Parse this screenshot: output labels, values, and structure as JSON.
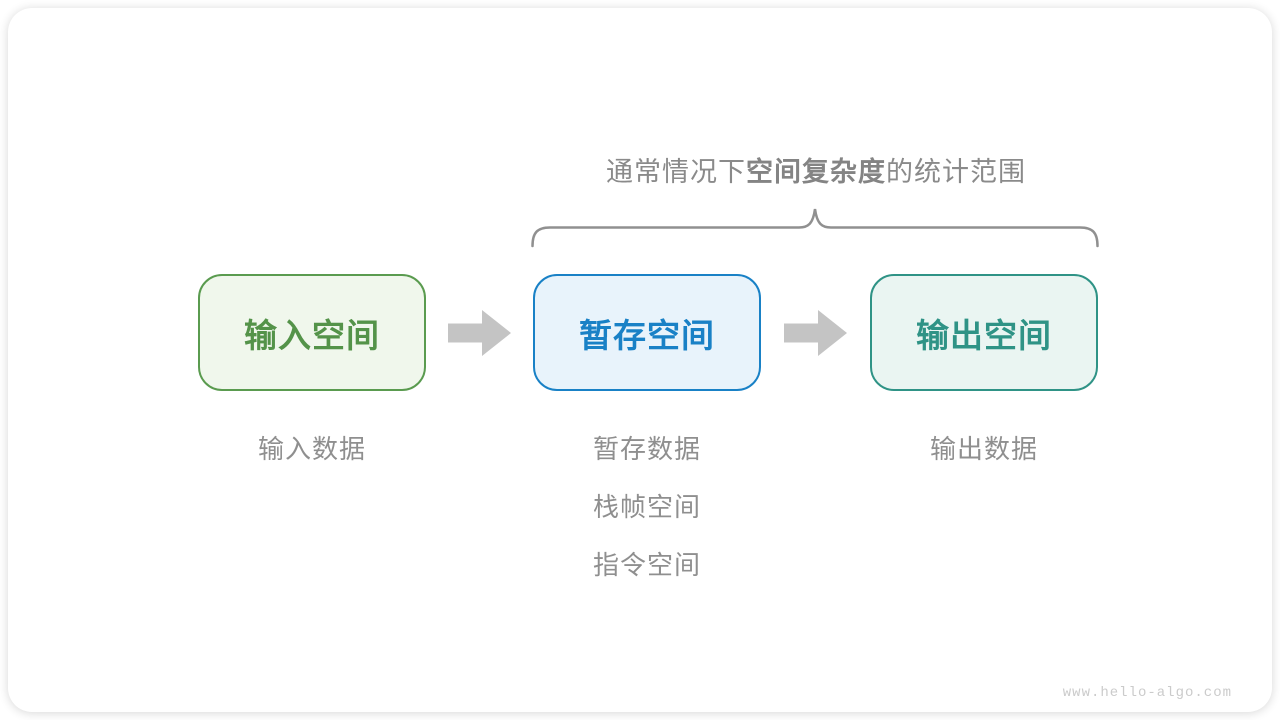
{
  "title": {
    "prefix": "通常情况下",
    "bold": "空间复杂度",
    "suffix": "的统计范围"
  },
  "brace": {
    "color": "#909090",
    "covers": "暂存空间 输出空间"
  },
  "boxes": [
    {
      "id": "input-space",
      "label": "输入空间",
      "border_color": "#5a9b4f",
      "bg_color": "#f0f7ec",
      "text_color": "#549349"
    },
    {
      "id": "temp-space",
      "label": "暂存空间",
      "border_color": "#1981c6",
      "bg_color": "#e8f3fb",
      "text_color": "#1981c6"
    },
    {
      "id": "output-space",
      "label": "输出空间",
      "border_color": "#2f9386",
      "bg_color": "#eaf5f2",
      "text_color": "#2f9386"
    }
  ],
  "arrows": {
    "color": "#c4c4c4",
    "direction": "right"
  },
  "labels": {
    "input": "输入数据",
    "temp": [
      "暂存数据",
      "栈帧空间",
      "指令空间"
    ],
    "output": "输出数据"
  },
  "watermark": "www.hello-algo.com"
}
